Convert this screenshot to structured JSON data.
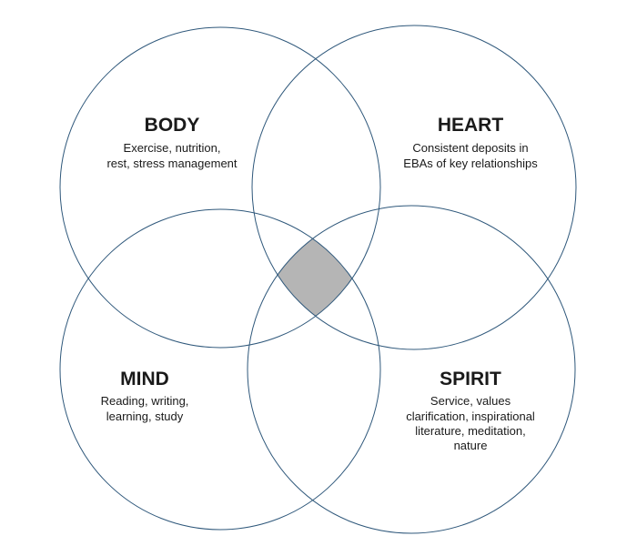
{
  "colors": {
    "circle_stroke": "#2f587b",
    "overlap_fill": "#b5b5b5",
    "text": "#1a1a1a"
  },
  "regions": {
    "body": {
      "title": "BODY",
      "lines": [
        "Exercise, nutrition,",
        "rest, stress management"
      ]
    },
    "heart": {
      "title": "HEART",
      "lines": [
        "Consistent deposits in",
        "EBAs of key relationships"
      ]
    },
    "mind": {
      "title": "MIND",
      "lines": [
        "Reading, writing,",
        "learning, study"
      ]
    },
    "spirit": {
      "title": "SPIRIT",
      "lines": [
        "Service, values",
        "clarification, inspirational",
        "literature, meditation,",
        "nature"
      ]
    }
  }
}
